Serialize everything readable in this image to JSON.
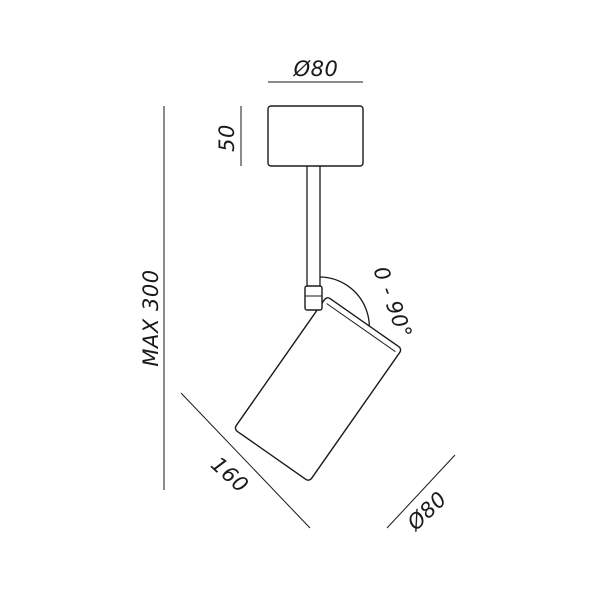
{
  "dimensions": {
    "canopy_diameter": "Ø80",
    "canopy_height": "50",
    "max_height": "MAX  300",
    "rotation": "0 - 90°",
    "head_length": "160",
    "head_diameter": "Ø80"
  }
}
